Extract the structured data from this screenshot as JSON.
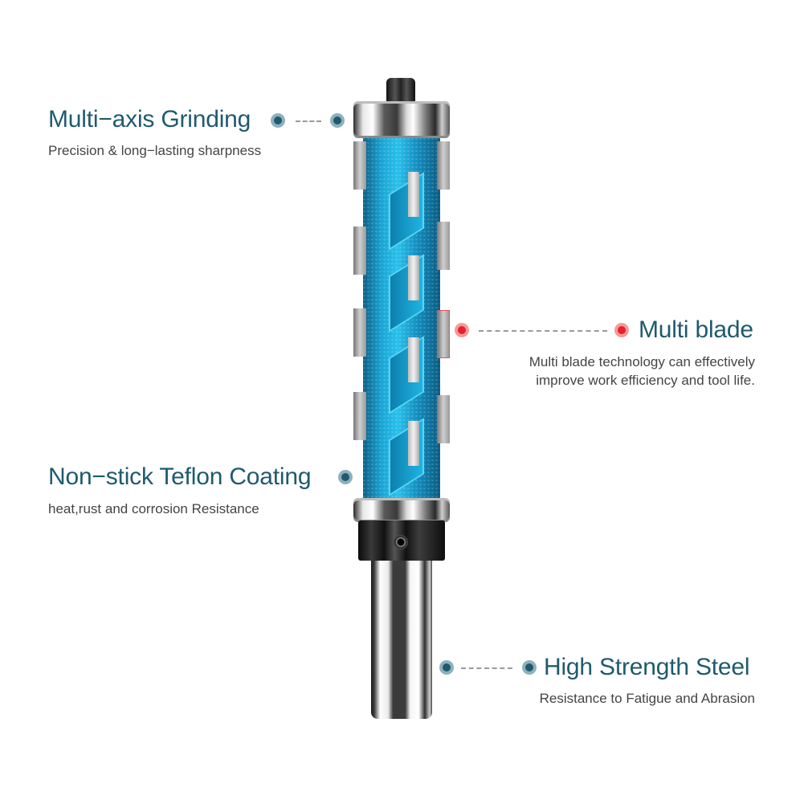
{
  "features": [
    {
      "title": "Multi−axis Grinding",
      "description": "Precision & long−lasting sharpness",
      "dot_color": "#1f5a6e"
    },
    {
      "title": "Multi blade",
      "description_line1": "Multi blade technology can effectively",
      "description_line2": "improve work efficiency and tool life.",
      "dot_color": "#e8202a"
    },
    {
      "title": "Non−stick Teflon Coating",
      "description": "heat,rust and corrosion Resistance",
      "dot_color": "#1f5a6e"
    },
    {
      "title": "High Strength Steel",
      "description": "Resistance to Fatigue and Abrasion",
      "dot_color": "#1f5a6e"
    }
  ],
  "colors": {
    "title_text": "#1f5a6e",
    "body_text": "#444444",
    "coating_blue": "#1aa6d6",
    "accent_red": "#e8202a"
  },
  "product": {
    "type": "flush trim router bit with bearings",
    "icon": "router-bit-image"
  }
}
